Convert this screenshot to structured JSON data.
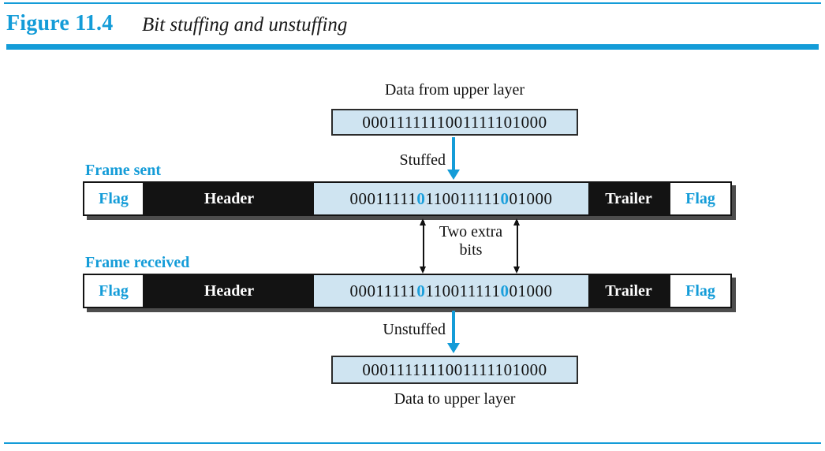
{
  "figure": {
    "label": "Figure 11.4",
    "title": "Bit stuffing and unstuffing"
  },
  "colors": {
    "accent_cyan": "#149cd8",
    "stuffed_bit_cyan": "#1b9fdc",
    "data_fill_light_blue": "#cfe4f1",
    "box_black": "#131313",
    "shadow_gray": "#4d4d4d"
  },
  "top": {
    "caption": "Data from upper layer",
    "bits": "0001111111001111101000",
    "arrow_label": "Stuffed"
  },
  "frames": [
    {
      "label": "Frame sent",
      "flag_left": "Flag",
      "header": "Header",
      "trailer": "Trailer",
      "flag_right": "Flag",
      "bits": {
        "pre": "00011111",
        "stuffed1": "0",
        "mid": "110011111",
        "stuffed2": "0",
        "post": "01000"
      }
    },
    {
      "label": "Frame received",
      "flag_left": "Flag",
      "header": "Header",
      "trailer": "Trailer",
      "flag_right": "Flag",
      "bits": {
        "pre": "00011111",
        "stuffed1": "0",
        "mid": "110011111",
        "stuffed2": "0",
        "post": "01000"
      }
    }
  ],
  "middle": {
    "annotation_line1": "Two extra",
    "annotation_line2": "bits"
  },
  "bottom": {
    "arrow_label": "Unstuffed",
    "bits": "0001111111001111101000",
    "caption": "Data to upper layer"
  }
}
